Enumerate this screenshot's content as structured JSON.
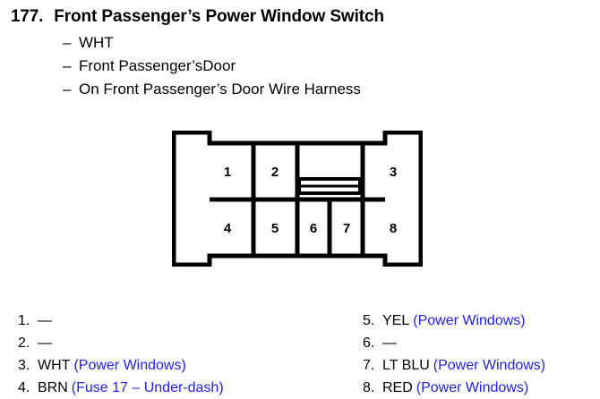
{
  "header": {
    "number": "177.",
    "title": "Front Passenger’s Power Window Switch"
  },
  "bullets": [
    {
      "dash": "–",
      "text": "WHT"
    },
    {
      "dash": "–",
      "text": "Front Passenger’sDoor"
    },
    {
      "dash": "–",
      "text": "On Front Passenger’s Door Wire Harness"
    }
  ],
  "connector": {
    "name": "8-pin-connector",
    "top_row_pins": [
      "1",
      "2",
      "3"
    ],
    "bottom_row_pins": [
      "4",
      "5",
      "6",
      "7",
      "8"
    ]
  },
  "legend": {
    "left": [
      {
        "idx": "1.",
        "value": "—",
        "note": ""
      },
      {
        "idx": "2.",
        "value": "—",
        "note": ""
      },
      {
        "idx": "3.",
        "value": "WHT",
        "note": "(Power Windows)"
      },
      {
        "idx": "4.",
        "value": "BRN",
        "note": "(Fuse 17 – Under-dash)"
      }
    ],
    "right": [
      {
        "idx": "5.",
        "value": "YEL",
        "note": "(Power Windows)"
      },
      {
        "idx": "6.",
        "value": "—",
        "note": ""
      },
      {
        "idx": "7.",
        "value": "LT BLU",
        "note": "(Power Windows)"
      },
      {
        "idx": "8.",
        "value": "RED",
        "note": "(Power Windows)"
      }
    ]
  },
  "colors": {
    "note_blue": "#2222dd",
    "line_black": "#000000",
    "background": "#ffffff"
  }
}
